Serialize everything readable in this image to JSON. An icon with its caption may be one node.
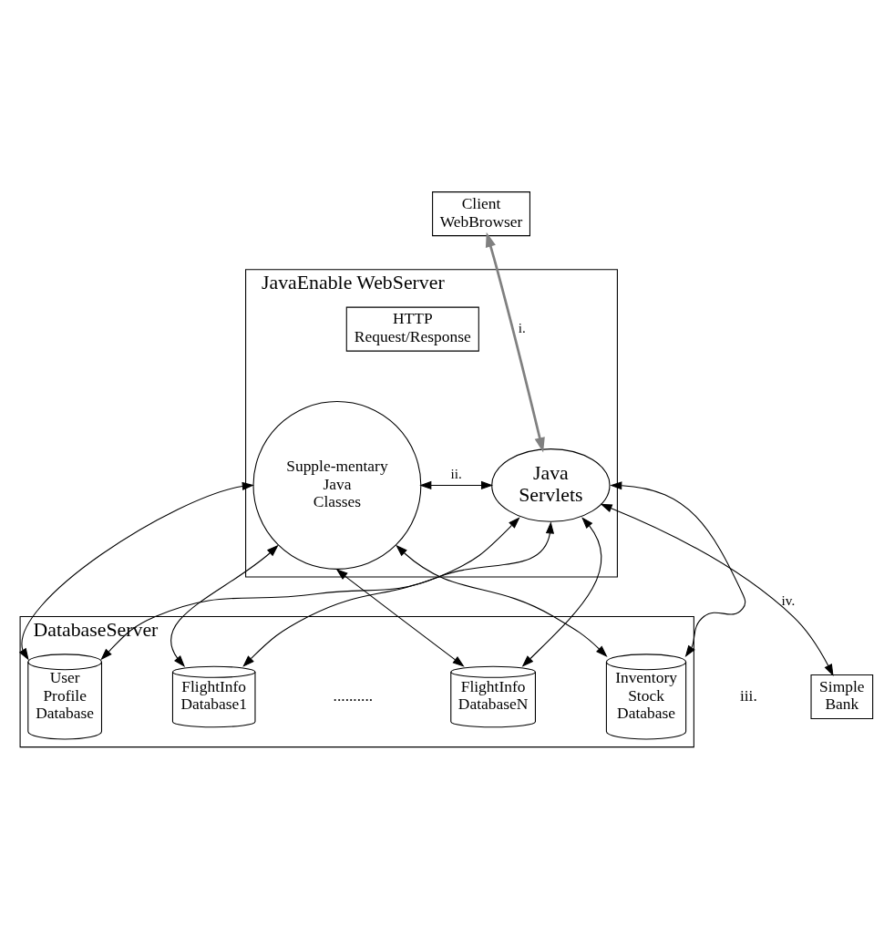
{
  "diagram": {
    "nodes": [
      {
        "text": [
          "Client WebBrowser"
        ]
      },
      {
        "text": [
          "JavaEnable WebServer"
        ]
      },
      {
        "text": [
          "HTTP Request/Response"
        ],
        "in": 1
      },
      {
        "text": [
          "Supple-mentary Java Classes"
        ],
        "in": 1
      },
      {
        "text": [
          "Java Servlets"
        ],
        "in": 1
      },
      {
        "text": [
          "Simple Bank"
        ]
      },
      {
        "text": [
          "DatabaseServer"
        ]
      },
      {
        "text": [
          "User Profile Database"
        ],
        "in": 6
      },
      {
        "text": [
          "FlightInfo Database1"
        ],
        "in": 6
      },
      {
        "text": [
          "FlightInfo DatabaseN"
        ],
        "in": 6
      },
      {
        "text": [
          "Inventory Stock Database"
        ],
        "in": 6
      }
    ],
    "edges": [
      {
        "from": 0,
        "to": 4,
        "arrow": "both",
        "label": "i.",
        "color": "#808080",
        "style": "thick"
      },
      {
        "from": 3,
        "to": 4,
        "arrow": "both",
        "label": "ii."
      },
      {
        "from": 4,
        "to": 5,
        "arrow": "both",
        "label": "iv."
      },
      {
        "from": 3,
        "to": 7,
        "arrow": "both"
      },
      {
        "from": 3,
        "to": 8,
        "arrow": "both"
      },
      {
        "from": 3,
        "to": 9,
        "arrow": "both"
      },
      {
        "from": 3,
        "to": 10,
        "arrow": "both"
      },
      {
        "from": 4,
        "to": 7,
        "arrow": "both"
      },
      {
        "from": 4,
        "to": 8,
        "arrow": "both"
      },
      {
        "from": 4,
        "to": 9,
        "arrow": "both"
      },
      {
        "from": 4,
        "to": 10,
        "arrow": "both"
      }
    ],
    "labels": [
      "iii.",
      ".........."
    ]
  }
}
